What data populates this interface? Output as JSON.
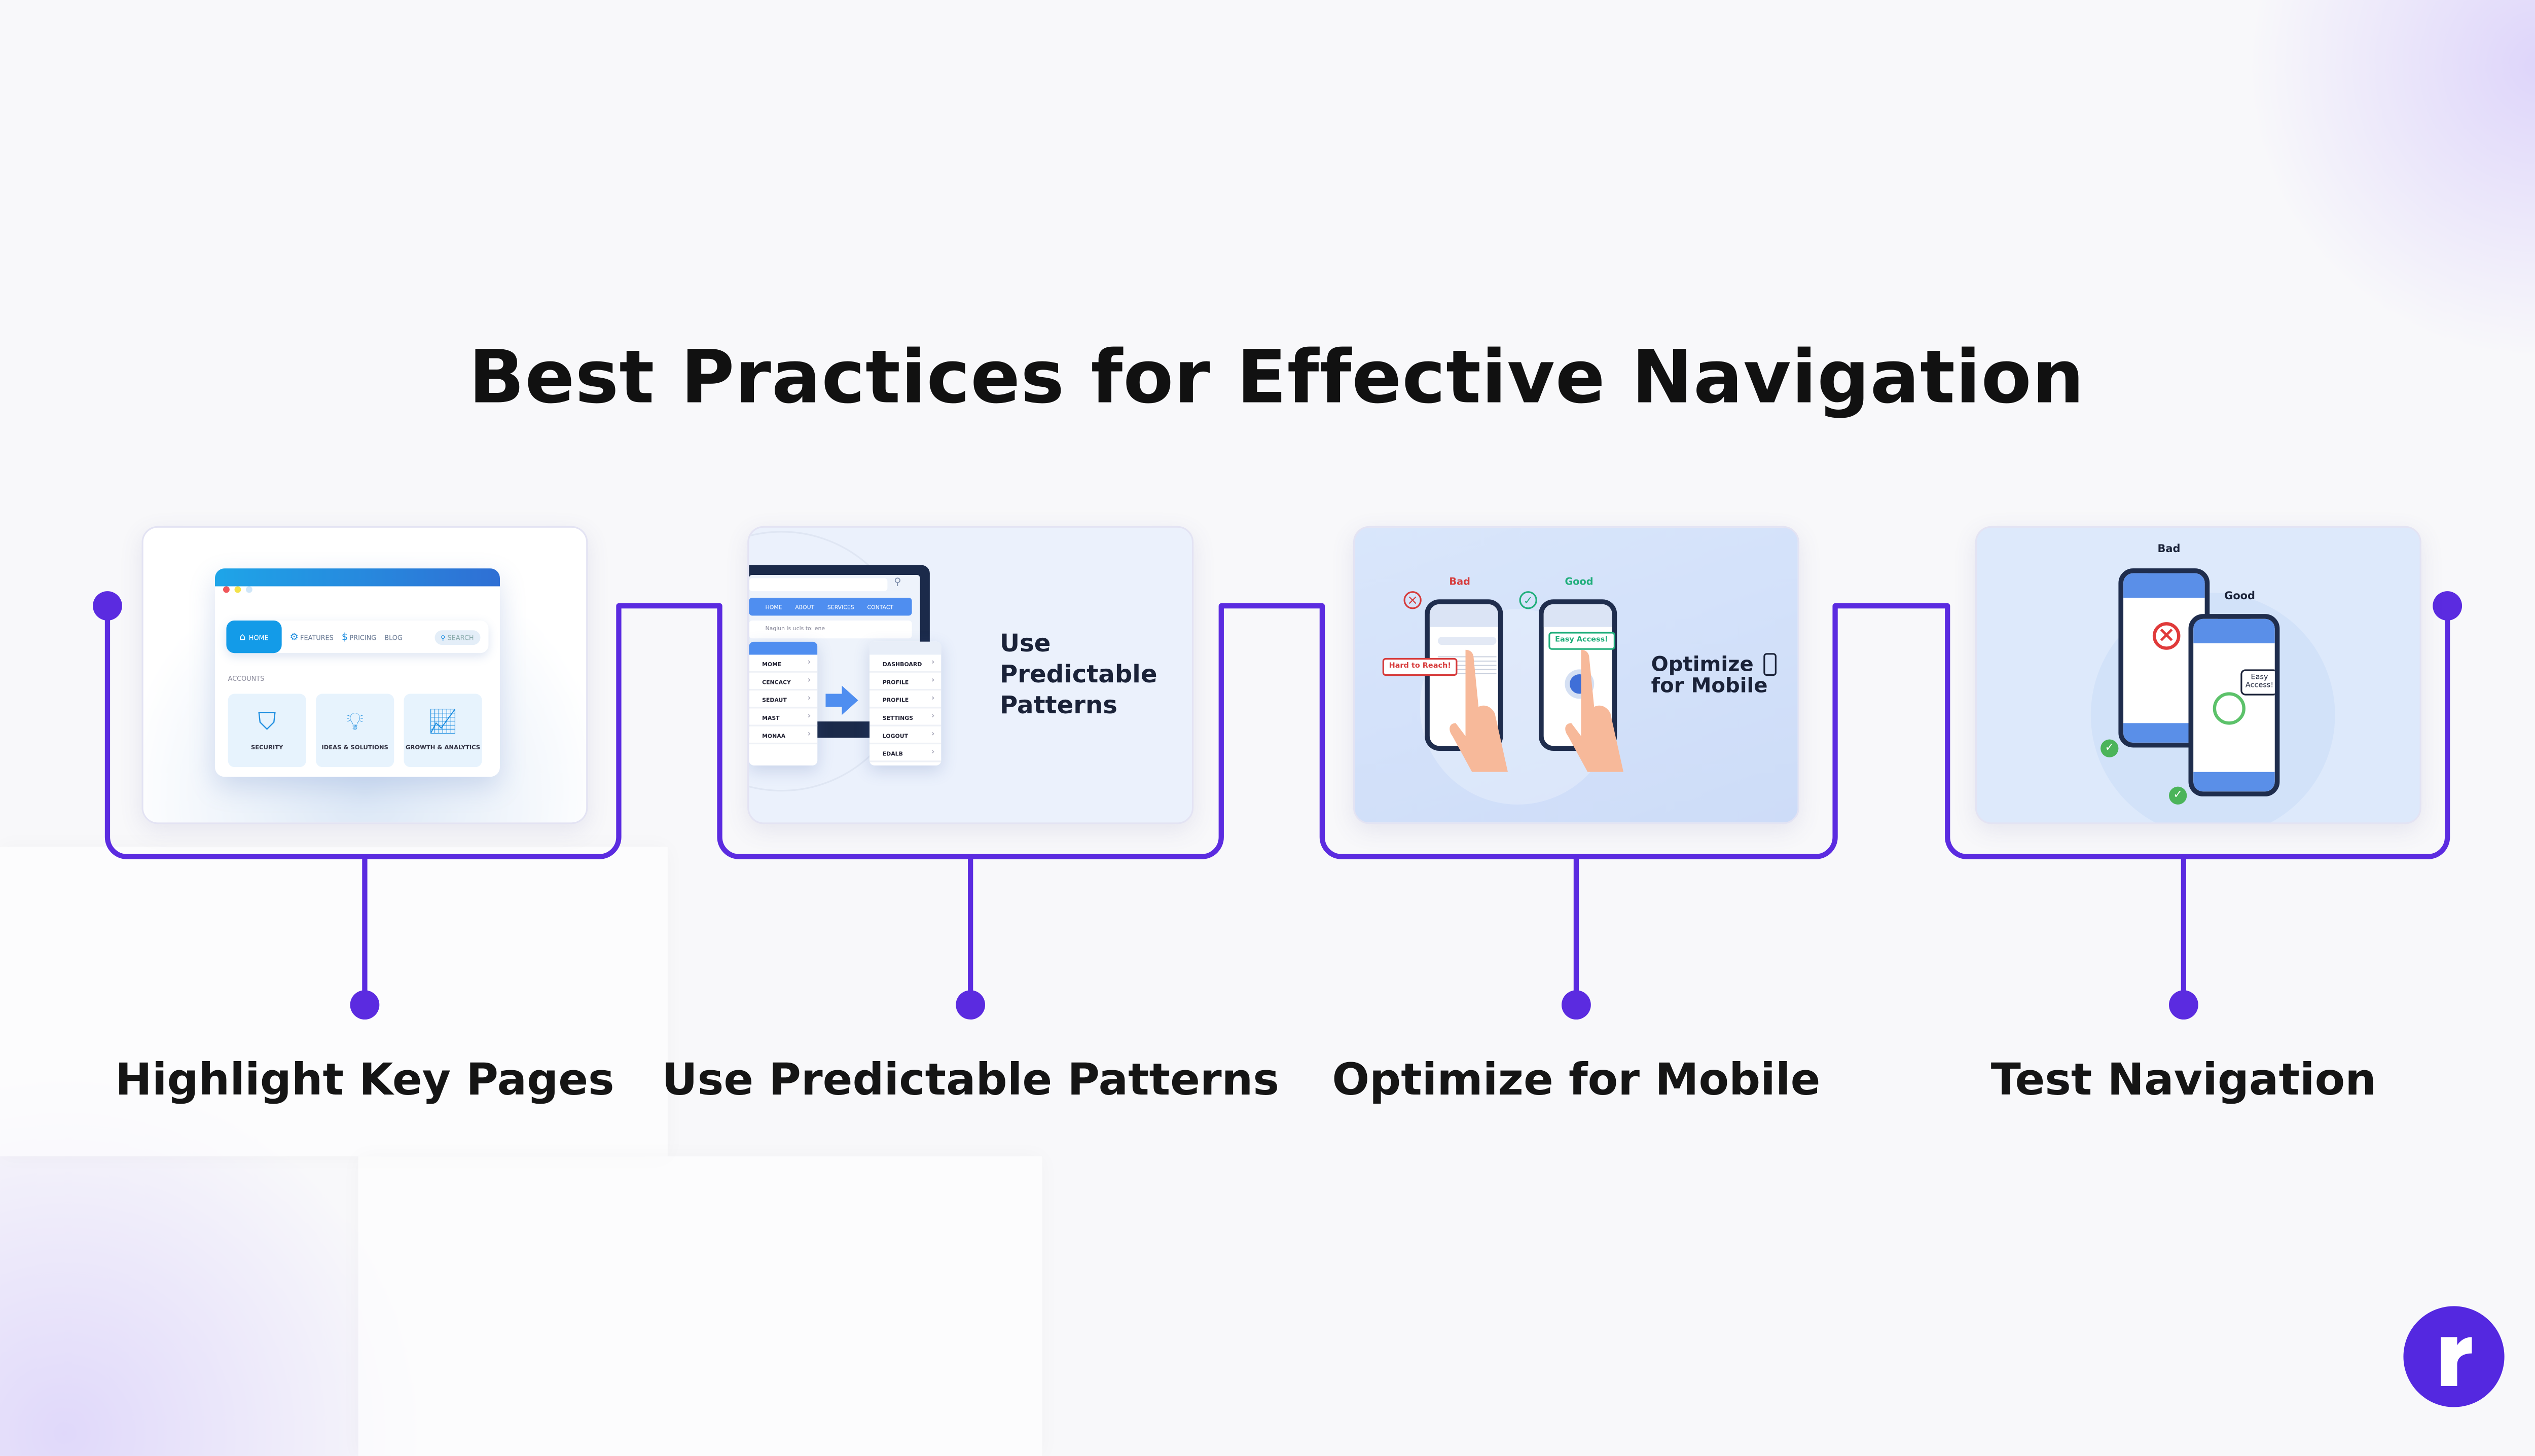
{
  "title": "Best Practices for Effective Navigation",
  "colors": {
    "accent": "#5b2be0",
    "logo": "#5428e0",
    "text": "#111111"
  },
  "steps": [
    {
      "label": "Highlight Key Pages",
      "card": {
        "nav": [
          "HOME",
          "FEATURES",
          "PRICING",
          "BLOG",
          "SEARCH"
        ],
        "section": "ACCOUNTS",
        "tiles": [
          {
            "icon": "shield-icon",
            "label": "SECURITY"
          },
          {
            "icon": "lightbulb-icon",
            "label": "IDEAS & SOLUTIONS"
          },
          {
            "icon": "growth-chart-icon",
            "label": "GROWTH & ANALYTICS"
          }
        ]
      }
    },
    {
      "label": "Use Predictable Patterns",
      "card": {
        "nav": [
          "HOME",
          "ABOUT",
          "SERVICES",
          "CONTACT"
        ],
        "input": "Nagiun ls ucls to: ene",
        "left_menu": [
          "MOME",
          "CENCACY",
          "SEDAUT",
          "MAST",
          "MONAA"
        ],
        "right_menu": [
          "DASHBOARD",
          "PROFILE",
          "PROFILE",
          "SETTINGS",
          "LOGOUT",
          "EDALB"
        ],
        "heading": [
          "Use",
          "Predictable",
          "Patterns"
        ]
      }
    },
    {
      "label": "Optimize for Mobile",
      "card": {
        "bad": "Bad",
        "good": "Good",
        "bad_tag": "Hard to Reach!",
        "good_tag": "Easy Access!",
        "heading": [
          "Optimize",
          "for Mobile"
        ]
      }
    },
    {
      "label": "Test Navigation",
      "card": {
        "bad": "Bad",
        "good": "Good",
        "bubble": [
          "Easy",
          "Access!"
        ]
      }
    }
  ],
  "logo": "r"
}
